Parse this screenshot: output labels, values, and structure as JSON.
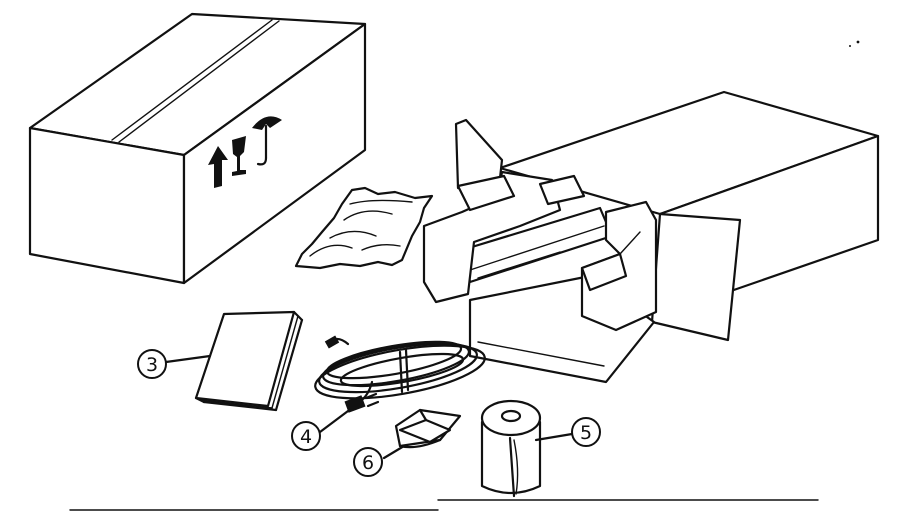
{
  "callouts": {
    "manual": "3",
    "power_cord": "4",
    "paper_roll": "5",
    "small_item": "6"
  }
}
